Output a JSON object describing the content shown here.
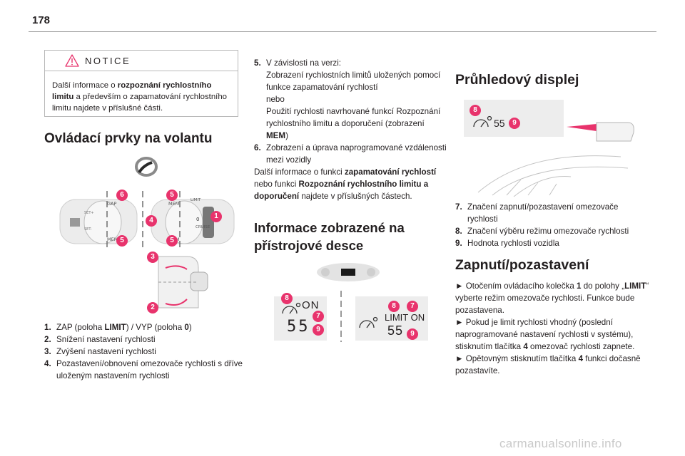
{
  "page_number": "178",
  "notice": {
    "title": "NOTICE",
    "text_parts": [
      "Další informace o ",
      "rozpoznání rychlostního limitu",
      " a především o zapamatování rychlostního limitu najdete v příslušné části."
    ]
  },
  "section_controls": {
    "heading": "Ovládací prvky na volantu",
    "figure_labels": {
      "gap": "GAP",
      "mem": "MEM",
      "set_plus": "SET+",
      "set_minus": "SET-",
      "limit": "LIMIT",
      "cruise": "CRUISE",
      "zero": "0"
    },
    "badges": [
      "6",
      "5",
      "1",
      "4",
      "5",
      "5",
      "3",
      "2"
    ],
    "items": [
      {
        "num": "1.",
        "parts": [
          "ZAP (poloha ",
          "LIMIT",
          ") / VYP (poloha ",
          "0",
          ")"
        ]
      },
      {
        "num": "2.",
        "text": "Snížení nastavení rychlosti"
      },
      {
        "num": "3.",
        "text": "Zvýšení nastavení rychlosti"
      },
      {
        "num": "4.",
        "text": "Pozastavení/obnovení omezovače rychlosti s dříve uloženým nastavením rychlosti"
      }
    ]
  },
  "section_controls_cont": {
    "items": [
      {
        "num": "5.",
        "parts": [
          "V závislosti na verzi:\nZobrazení rychlostních limitů uložených pomocí funkce zapamatování rychlostí\nnebo\nPoužití rychlosti navrhované funkcí Rozpoznání rychlostního limitu a doporučení (zobrazení ",
          "MEM",
          ")"
        ]
      },
      {
        "num": "6.",
        "text": "Zobrazení a úprava naprogramované vzdálenosti mezi vozidly"
      }
    ],
    "para_parts": [
      "Další informace o funkci ",
      "zapamatování rychlostí",
      " nebo funkci ",
      "Rozpoznání rychlostního limitu a doporučení",
      " najdete v příslušných částech."
    ]
  },
  "section_instrument": {
    "heading_line1": "Informace zobrazené na",
    "heading_line2": "přístrojové desce",
    "left_panel": {
      "status": "ON",
      "speed": "55",
      "badges": [
        "8",
        "7",
        "9"
      ]
    },
    "right_panel": {
      "mode": "LIMIT",
      "status": "ON",
      "speed": "55",
      "badges": [
        "8",
        "7",
        "9"
      ]
    }
  },
  "section_hud": {
    "heading": "Průhledový displej",
    "figure": {
      "speed": "55",
      "badges": [
        "8",
        "9"
      ]
    },
    "items": [
      {
        "num": "7.",
        "text": "Značení zapnutí/pozastavení omezovače rychlosti"
      },
      {
        "num": "8.",
        "text": "Značení výběru režimu omezovače rychlosti"
      },
      {
        "num": "9.",
        "text": "Hodnota rychlosti vozidla"
      }
    ]
  },
  "section_toggle": {
    "heading": "Zapnutí/pozastavení",
    "bullets": [
      {
        "marker": "►",
        "parts": [
          " Otočením ovládacího kolečka ",
          "1",
          " do polohy „",
          "LIMIT",
          "“ vyberte režim omezovače rychlosti. Funkce bude pozastavena."
        ]
      },
      {
        "marker": "►",
        "parts": [
          " Pokud je limit rychlosti vhodný (poslední naprogramované nastavení rychlosti v systému), stisknutím tlačítka ",
          "4",
          " omezovač rychlosti zapnete."
        ]
      },
      {
        "marker": "►",
        "parts": [
          " Opětovným stisknutím tlačítka ",
          "4",
          " funkci dočasně pozastavíte."
        ]
      }
    ]
  },
  "watermark": "carmanualsonline.info",
  "colors": {
    "badge": "#e8336c",
    "text": "#231f20",
    "notice_icon": "#e8336c"
  },
  "icons": [
    "warning-triangle-icon",
    "steering-wheel-icon",
    "speedometer-icon",
    "bullet-arrow-icon"
  ]
}
